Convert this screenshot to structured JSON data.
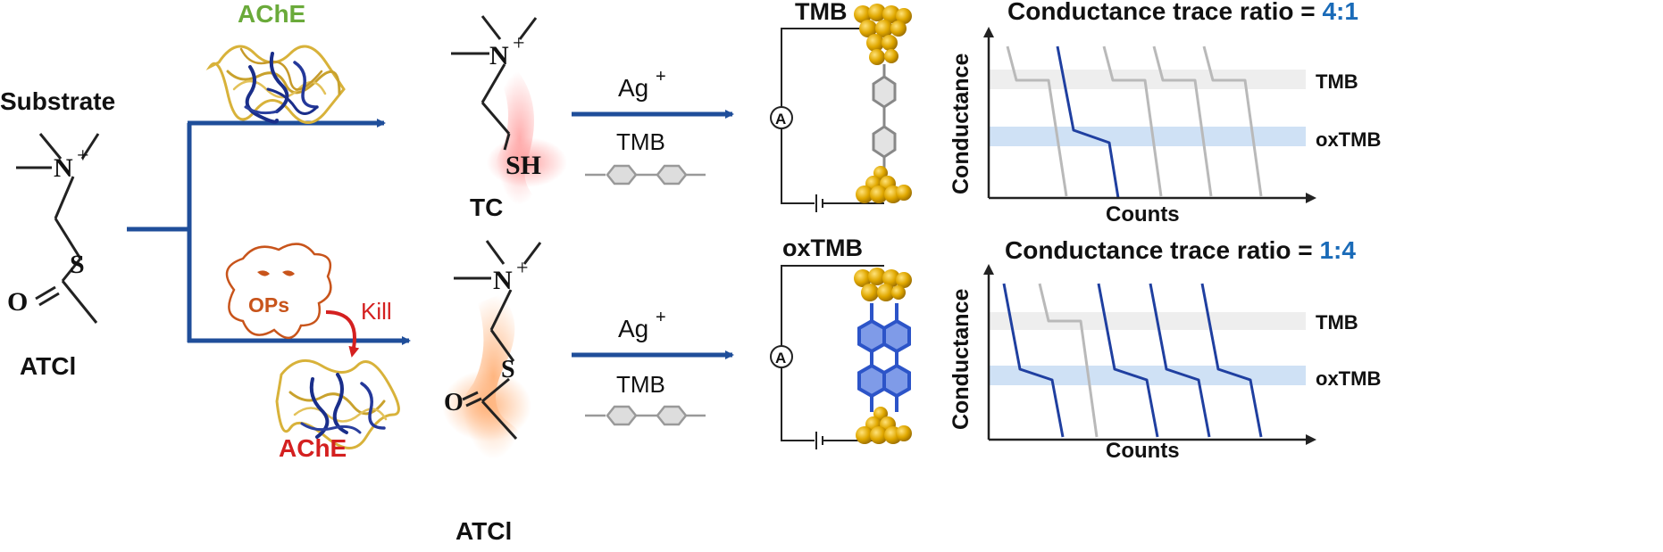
{
  "colors": {
    "arrow": "#1f4e9a",
    "ache_green": "#6aaa3a",
    "ache_red": "#d42020",
    "ratio_blue": "#1a6bb8",
    "ops_orange": "#c8541b",
    "kill_red": "#d42020",
    "trace_blue": "#1f3fa0",
    "trace_gray": "#b9b9b9",
    "band_gray": "#eeeeee",
    "band_blue": "#cfe1f5",
    "gold": "#d9a400"
  },
  "labels": {
    "substrate": "Substrate",
    "atcl_left": "ATCl",
    "ache_top": "AChE",
    "ache_bottom": "AChE",
    "ops": "OPs",
    "kill": "Kill",
    "tc": "TC",
    "sh": "SH",
    "atcl_product": "ATCl",
    "ag_top": "Ag",
    "ag_bottom": "Ag",
    "plus": "+",
    "tmb_reagent_top": "TMB",
    "tmb_reagent_bottom": "TMB",
    "junction_top": "TMB",
    "junction_bottom": "oxTMB",
    "ammeter_top": "A",
    "ammeter_bottom": "A",
    "n_plus": "N",
    "s_atom": "S",
    "o_atom": "O"
  },
  "charts": {
    "top": {
      "title_prefix": "Conductance trace ratio = ",
      "ratio": "4:1",
      "ylabel": "Conductance",
      "xlabel": "Counts",
      "band_upper": "TMB",
      "band_lower": "oxTMB"
    },
    "bottom": {
      "title_prefix": "Conductance trace ratio = ",
      "ratio": "1:4",
      "ylabel": "Conductance",
      "xlabel": "Counts",
      "band_upper": "TMB",
      "band_lower": "oxTMB"
    }
  }
}
